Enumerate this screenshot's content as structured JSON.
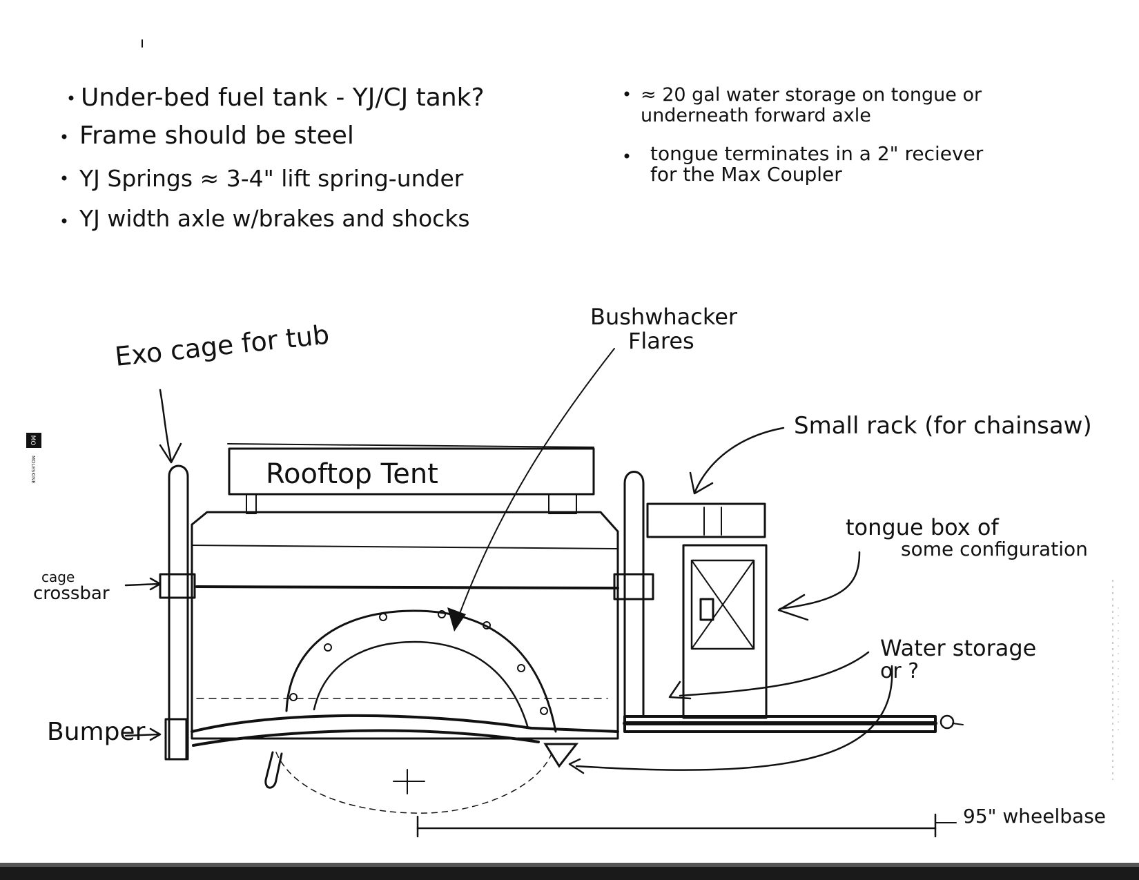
{
  "notes_left": [
    "Under-bed fuel tank - YJ/CJ tank?",
    "Frame should be steel",
    "YJ Springs ≈ 3-4\" lift spring-under",
    "YJ width axle w/brakes and shocks"
  ],
  "notes_right": [
    {
      "line1": "≈ 20 gal water storage on tongue or",
      "line2": "underneath forward axle"
    },
    {
      "line1": "tongue terminates in a 2\" reciever",
      "line2": "for the Max Coupler"
    }
  ],
  "labels": {
    "exo_cage": "Exo cage for tub",
    "bushwhacker_line1": "Bushwhacker",
    "bushwhacker_line2": "Flares",
    "small_rack": "Small rack (for chainsaw)",
    "rooftop_tent": "Rooftop Tent",
    "tongue_box_line1": "tongue box of",
    "tongue_box_line2": "some configuration",
    "cage_crossbar_line1": "cage",
    "cage_crossbar_line2": "crossbar",
    "water_storage_line1": "Water storage",
    "water_storage_line2": "or ?",
    "bumper": "Bumper",
    "wheelbase": "95\" wheelbase"
  },
  "margin": {
    "logo": "MO",
    "text": "MOLESKINE"
  },
  "colors": {
    "ink": "#111111",
    "paper": "#ffffff"
  }
}
